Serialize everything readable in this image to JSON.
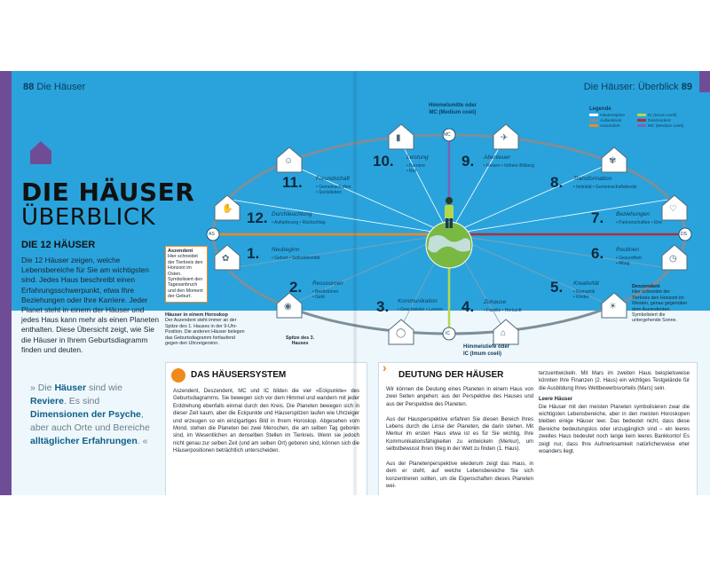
{
  "header": {
    "left_page_number": "88",
    "left_title": "Die Häuser",
    "right_title": "Die Häuser: Überblick",
    "right_page_number": "89"
  },
  "title": {
    "line1": "DIE HÄUSER",
    "line2": "ÜBERBLICK"
  },
  "intro": {
    "heading": "DIE 12 HÄUSER",
    "text": "Die 12 Häuser zeigen, welche Lebensbereiche für Sie am wichtigsten sind. Jedes Haus beschreibt einen Erfahrungsschwerpunkt, etwa Ihre Beziehungen oder Ihre Karriere. Jeder Planet steht in einem der Häuser und jedes Haus kann mehr als einen Planeten enthalten. Diese Übersicht zeigt, wie Sie die Häuser in Ihrem Geburtsdiagramm finden und deuten."
  },
  "quote": {
    "open": "»",
    "part1": "Die ",
    "bold1": "Häuser",
    "part2": " sind wie ",
    "bold2": "Reviere",
    "part3": ". Es sind ",
    "bold3": "Dimensionen der Psyche",
    "part4": ", aber auch Orte und Bereiche ",
    "bold4": "alltäglicher Erfahrungen",
    "close": ". «"
  },
  "legend": {
    "title": "Legende",
    "items": [
      {
        "label": "Häuserspitze",
        "color": "#ffffff"
      },
      {
        "label": "Außenkreis",
        "color": "#7e8f99"
      },
      {
        "label": "Aszendent",
        "color": "#f08a1c"
      },
      {
        "label": "IC (Imum coeli)",
        "color": "#b5d84b"
      },
      {
        "label": "Deszendent",
        "color": "#a8323e"
      },
      {
        "label": "MC (Medium coeli)",
        "color": "#7a63b8"
      }
    ]
  },
  "axis": {
    "mc_marker": "MC",
    "ic_marker": "IC",
    "as_marker": "AS",
    "ds_marker": "DS",
    "mc_label": "Himmelsmitte oder MC (Medium coeli)",
    "ic_label": "Himmelstiefe oder IC (Imum coeli)"
  },
  "houses": [
    {
      "num": "1.",
      "name": "Neubeginn",
      "keywords": "• Geburt  • Selbstidentität"
    },
    {
      "num": "2.",
      "name": "Ressourcen",
      "keywords": "• Besitztümer\n• Geld"
    },
    {
      "num": "3.",
      "name": "Kommunikation",
      "keywords": "• Geschwister  • Lernen"
    },
    {
      "num": "4.",
      "name": "Zuhause",
      "keywords": "• Familie  • Herkunft"
    },
    {
      "num": "5.",
      "name": "Kreativität",
      "keywords": "• Romantik\n• Kinder"
    },
    {
      "num": "6.",
      "name": "Routinen",
      "keywords": "• Gesundheit\n• Alltag"
    },
    {
      "num": "7.",
      "name": "Beziehungen",
      "keywords": "• Partnerschaften  • Ehe"
    },
    {
      "num": "8.",
      "name": "Transformation",
      "keywords": "• Intimität  • Gemeinschaftsbesitz"
    },
    {
      "num": "9.",
      "name": "Abenteuer",
      "keywords": "• Reisen  • höhere Bildung"
    },
    {
      "num": "10.",
      "name": "Leistung",
      "keywords": "• Karriere\n• Ruf"
    },
    {
      "num": "11.",
      "name": "Freundschaft",
      "keywords": "• Gemeinschaften\n• Sozialleben"
    },
    {
      "num": "12.",
      "name": "Durchleuchtung",
      "keywords": "• Aufopferung  • Rückschlag"
    }
  ],
  "notes": {
    "ascendant_title": "Aszendent",
    "ascendant_text": "Hier schneidet der Tierkreis den Horizont im Osten. Symbolisiert den Tagesanbruch und den Moment der Geburt.",
    "houses_title": "Häuser in einem Horoskop",
    "houses_text": "Der Aszendent steht immer an der Spitze des 1. Hauses in der 9-Uhr-Position. Die anderen Häuser belegen das Geburtsdiagramm fortlaufend gegen den Uhrzeigersinn.",
    "cusp_label": "Spitze des 3. Hauses",
    "descendant_title": "Deszendent",
    "descendant_text": "Hier schneidet der Tierkreis den Horizont im Westen, genau gegenüber dem Aszendenten. Symbolisiert die untergehende Sonne."
  },
  "box1": {
    "title": "DAS HÄUSERSYSTEM",
    "text": "Aszendent, Deszendent, MC und IC bilden die vier »Eckpunkte« des Geburtsdiagramms. Sie bewegen sich vor dem Himmel und wandern mit jeder Erddrehung ebenfalls einmal durch den Kreis. Die Planeten bewegen sich in dieser Zeit kaum, aber die Eckpunkte und Häuserspitzen laufen wie Uhrzeiger und erzeugen so ein einzigartiges Bild in Ihrem Horoskop. Abgesehen vom Mond, stehen die Planeten bei zwei Menschen, die am selben Tag geboren sind, im Wesentlichen an denselben Stellen im Tierkreis. Wenn sie jedoch nicht genau zur selben Zeit (und am selben Ort) geboren sind, können sich die Häuserpositionen beträchtlich unterscheiden."
  },
  "box2": {
    "title": "DEUTUNG DER HÄUSER",
    "col1": "Wir können die Deutung eines Planeten in einem Haus von zwei Seiten angehen: aus der Perspektive des Hauses und aus der Perspektive des Planeten.\n\nAus der Hausperspektive erfahren Sie diesen Bereich Ihres Lebens durch die Linse der Planeten, die darin stehen. Mit Merkur im ersten Haus etwa ist es für Sie wichtig, Ihre Kommunikationsfähigkeiten zu entwickeln (Merkur), um selbstbewusst Ihren Weg in der Welt zu finden (1. Haus).\n\nAus der Planetenperspektive wiederum zeigt das Haus, in dem er steht, auf welche Lebensbereiche Sie sich konzentrieren sollten, um die Eigenschaften dieses Planeten wei-",
    "col2_a": "terzuentwickeln. Mit Mars im zweiten Haus beispielsweise könnten Ihre Finanzen (2. Haus) ein wichtiges Testgelände für die Ausbildung Ihres Wettbewerbsvorteils (Mars) sein.",
    "col2_heading": "Leere Häuser",
    "col2_b": "Die Häuser mit den meisten Planeten symbolisieren zwar die wichtigsten Lebensbereiche, aber in den meisten Horoskopen bleiben einige Häuser leer. Das bedeutet nicht, dass diese Bereiche bedeutungslos oder unzugänglich sind – ein leeres zweites Haus bedeutet noch lange kein leeres Bankkonto! Es zeigt nur, dass Ihre Aufmerksamkeit natürlicherweise eher woanders liegt."
  },
  "colors": {
    "sky": "#2aa3dc",
    "purple": "#6f4d96",
    "ascendant": "#f08a1c",
    "descendant": "#a8323e",
    "mc": "#7a63b8",
    "ic": "#b5d84b"
  }
}
